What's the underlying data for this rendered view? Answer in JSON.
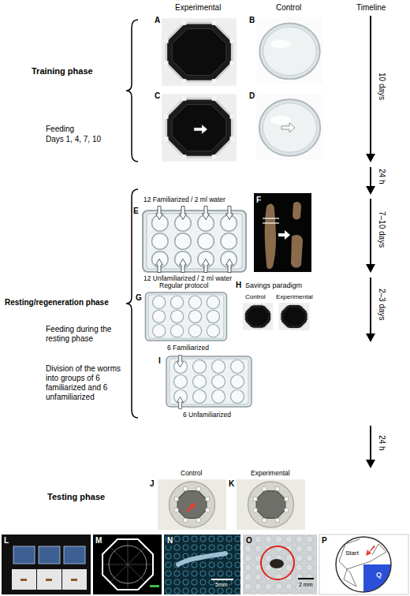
{
  "diagram": {
    "labels": [
      "Experimental",
      "Control",
      "Timeline",
      "A",
      "B",
      "C",
      "D",
      "Training phase",
      "Feeding",
      "Days 1, 4, 7, 10",
      "10 days",
      "24 h",
      "12 Familiarized / 2 ml water",
      "E",
      "F",
      "12 Unfamiliarized / 2 ml water",
      "Resting/regeneration phase",
      "7–10 days",
      "Feeding during the resting phase",
      "Regular protocol",
      "G",
      "H",
      "Savings paradigm",
      "Control",
      "Experimental",
      "2–3 days",
      "6 Familiarized",
      "Division of the worms into groups of 6 familiarized and 6 unfamiliarized",
      "I",
      "6 Unfamiliarized",
      "24 h",
      "Testing phase",
      "Control",
      "Experimental",
      "J",
      "K",
      "L",
      "M",
      "N",
      "O",
      "P",
      "5mm",
      "2 mm",
      "Start",
      "Q"
    ]
  }
}
